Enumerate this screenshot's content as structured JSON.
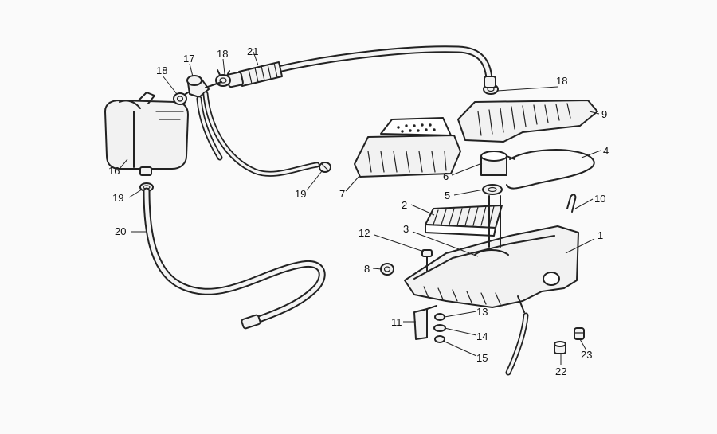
{
  "callouts": [
    {
      "id": "c1",
      "label": "1"
    },
    {
      "id": "c2",
      "label": "2"
    },
    {
      "id": "c3",
      "label": "3"
    },
    {
      "id": "c4",
      "label": "4"
    },
    {
      "id": "c5",
      "label": "5"
    },
    {
      "id": "c6",
      "label": "6"
    },
    {
      "id": "c7",
      "label": "7"
    },
    {
      "id": "c8",
      "label": "8"
    },
    {
      "id": "c9",
      "label": "9"
    },
    {
      "id": "c10",
      "label": "10"
    },
    {
      "id": "c11",
      "label": "11"
    },
    {
      "id": "c12",
      "label": "12"
    },
    {
      "id": "c13",
      "label": "13"
    },
    {
      "id": "c14",
      "label": "14"
    },
    {
      "id": "c15",
      "label": "15"
    },
    {
      "id": "c16",
      "label": "16"
    },
    {
      "id": "c17",
      "label": "17"
    },
    {
      "id": "c18a",
      "label": "18"
    },
    {
      "id": "c18b",
      "label": "18"
    },
    {
      "id": "c18c",
      "label": "18"
    },
    {
      "id": "c19a",
      "label": "19"
    },
    {
      "id": "c19b",
      "label": "19"
    },
    {
      "id": "c20",
      "label": "20"
    },
    {
      "id": "c21",
      "label": "21"
    },
    {
      "id": "c22",
      "label": "22"
    },
    {
      "id": "c23",
      "label": "23"
    }
  ],
  "colors": {
    "ink": "#222222",
    "background": "#fafafa"
  }
}
